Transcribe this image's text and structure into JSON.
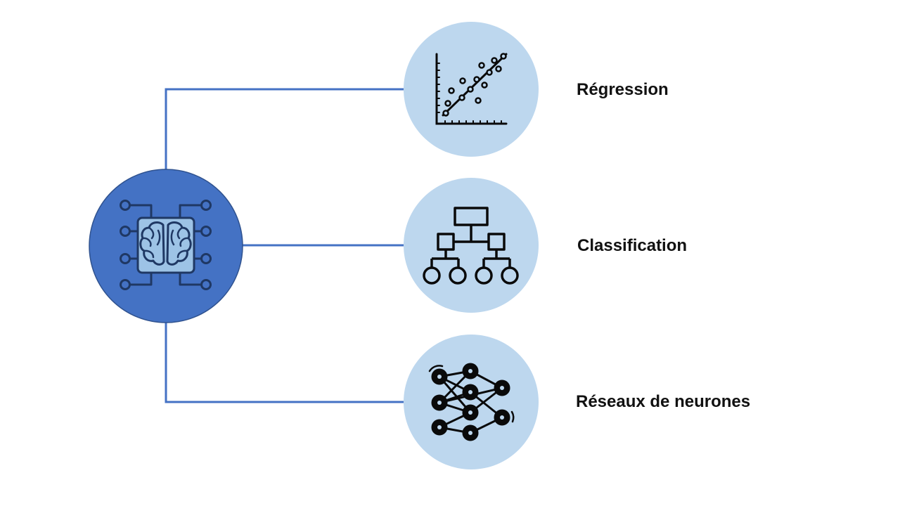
{
  "colors": {
    "hub_fill": "#4472C4",
    "hub_stroke": "#2F528F",
    "connector": "#4472C4",
    "node_fill": "#BDD7EE",
    "chip_fill": "#9DC3E6",
    "icon_stroke": "#1F3864",
    "icon_black": "#0a0a0a"
  },
  "hub": {
    "icon": "brain-chip-icon"
  },
  "branches": [
    {
      "label": "Régression",
      "icon": "regression-scatter-icon"
    },
    {
      "label": "Classification",
      "icon": "hierarchy-tree-icon"
    },
    {
      "label": "Réseaux de neurones",
      "icon": "neural-network-icon"
    }
  ]
}
